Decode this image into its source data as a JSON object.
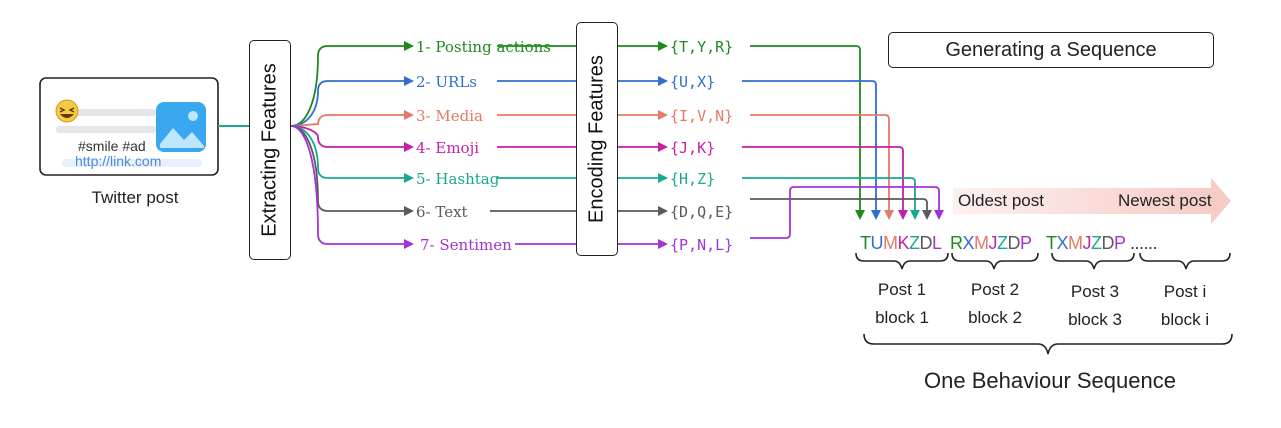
{
  "twitter_post": {
    "hashtags": "#smile #ad",
    "link": "http://link.com",
    "caption": "Twitter post"
  },
  "extract_box": "Extracting Features",
  "encode_box": "Encoding Features",
  "features": [
    {
      "label": "1- Posting actions",
      "color": "#1e8a1e"
    },
    {
      "label": "2- URLs",
      "color": "#2f6fd1"
    },
    {
      "label": "3- Media",
      "color": "#e47a66"
    },
    {
      "label": "4- Emoji",
      "color": "#c51fa8"
    },
    {
      "label": "5- Hashtag",
      "color": "#1aa890"
    },
    {
      "label": "6- Text",
      "color": "#5a5a5a"
    },
    {
      "label": "7- Sentimen",
      "color": "#a333d6"
    }
  ],
  "codes": [
    "{T,Y,R}",
    "{U,X}",
    "{I,V,N}",
    "{J,K}",
    "{H,Z}",
    "{D,Q,E}",
    "{P,N,L}"
  ],
  "generating": "Generating a Sequence",
  "timeline": {
    "oldest": "Oldest post",
    "newest": "Newest post"
  },
  "sequence": {
    "block1": [
      {
        "ch": "T",
        "color": "#1e8a1e"
      },
      {
        "ch": "U",
        "color": "#2f6fd1"
      },
      {
        "ch": "M",
        "color": "#e47a66"
      },
      {
        "ch": "K",
        "color": "#c51fa8"
      },
      {
        "ch": "Z",
        "color": "#1aa890"
      },
      {
        "ch": "D",
        "color": "#5a5a5a"
      },
      {
        "ch": "L",
        "color": "#a333d6"
      }
    ],
    "block2": [
      {
        "ch": "R",
        "color": "#1e8a1e"
      },
      {
        "ch": "X",
        "color": "#2f6fd1"
      },
      {
        "ch": "M",
        "color": "#e47a66"
      },
      {
        "ch": "J",
        "color": "#c51fa8"
      },
      {
        "ch": "Z",
        "color": "#1aa890"
      },
      {
        "ch": "D",
        "color": "#5a5a5a"
      },
      {
        "ch": "P",
        "color": "#a333d6"
      }
    ],
    "block3": [
      {
        "ch": "T",
        "color": "#1e8a1e"
      },
      {
        "ch": "X",
        "color": "#2f6fd1"
      },
      {
        "ch": "M",
        "color": "#e47a66"
      },
      {
        "ch": "J",
        "color": "#c51fa8"
      },
      {
        "ch": "Z",
        "color": "#1aa890"
      },
      {
        "ch": "D",
        "color": "#5a5a5a"
      },
      {
        "ch": "P",
        "color": "#a333d6"
      }
    ],
    "ellipsis": "......"
  },
  "posts": [
    {
      "post": "Post 1",
      "block": "block 1"
    },
    {
      "post": "Post 2",
      "block": "block 2"
    },
    {
      "post": "Post 3",
      "block": "block 3"
    },
    {
      "post": "Post i",
      "block": "block i"
    }
  ],
  "one_sequence": "One Behaviour Sequence"
}
